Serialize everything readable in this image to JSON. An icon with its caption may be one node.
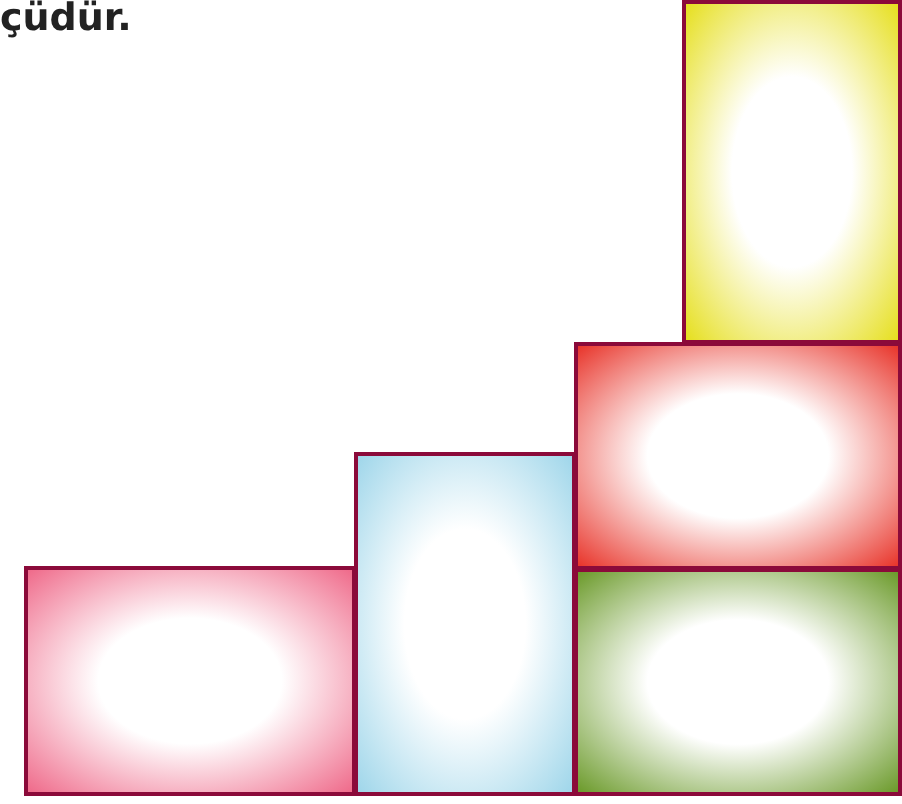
{
  "diagram": {
    "nodes": [
      {
        "text": [],
        "shape": "box"
      },
      {
        "text": [],
        "shape": "box"
      },
      {
        "text": [],
        "shape": "box"
      },
      {
        "text": [],
        "shape": "box"
      },
      {
        "text": [],
        "shape": "box"
      }
    ],
    "labels": [
      "çüdür."
    ]
  }
}
